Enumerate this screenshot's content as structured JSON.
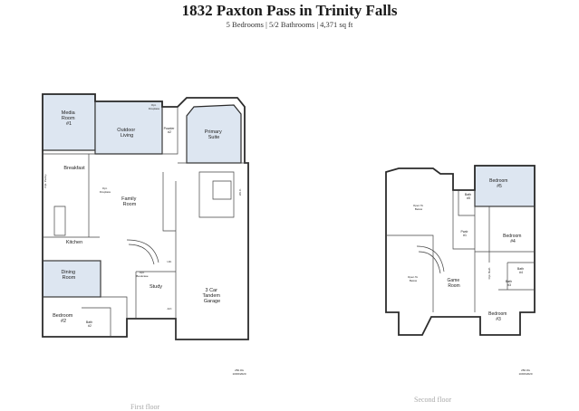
{
  "header": {
    "title": "1832 Paxton Pass in Trinity Falls",
    "subtitle": "5 Bedrooms | 5/2 Bathrooms | 4,371 sq ft"
  },
  "first_floor": {
    "label": "First floor",
    "plan_code": "250.0G",
    "plan_date": "10/06/2020",
    "rooms": {
      "media": [
        "Media",
        "Room",
        "#1"
      ],
      "outdoor": [
        "Outdoor",
        "Living"
      ],
      "opt_fireplace": [
        "Opt.",
        "Fireplace"
      ],
      "powder2": [
        "Powder",
        "#2"
      ],
      "primary": [
        "Primary",
        "Suite"
      ],
      "breakfast": "Breakfast",
      "opt_fireplace_2": [
        "Opt.",
        "Fireplace"
      ],
      "family": [
        "Family",
        "Room"
      ],
      "kitchen": "Kitchen",
      "dining": [
        "Dining",
        "Room"
      ],
      "opt_bookcase": [
        "Opt.",
        "Bookcase"
      ],
      "study": "Study",
      "garage": [
        "3 Car",
        "Tandem",
        "Garage"
      ],
      "bedroom2": [
        "Bedroom",
        "#2"
      ],
      "bath2": [
        "Bath",
        "#2"
      ],
      "opt_pantry": "Opt. Pantry",
      "wic": "W.I.C.",
      "util": "Util.",
      "ac": "A/C"
    }
  },
  "second_floor": {
    "label": "Second floor",
    "plan_code": "250.0G",
    "plan_date": "10/06/2020",
    "rooms": {
      "open_below_1": [
        "Open To",
        "Below"
      ],
      "open_below_2": [
        "Open To",
        "Below"
      ],
      "bath5": [
        "Bath",
        "#5"
      ],
      "bedroom5": [
        "Bedroom",
        "#5"
      ],
      "powder1": [
        "Pwdr",
        "#1"
      ],
      "bedroom4": [
        "Bedroom",
        "#4"
      ],
      "game": [
        "Game",
        "Room"
      ],
      "bath4": [
        "Bath",
        "#4"
      ],
      "bath3": [
        "Bath",
        "#3"
      ],
      "bedroom3": [
        "Bedroom",
        "#3"
      ],
      "opt_bath": "Opt. Bath"
    }
  }
}
